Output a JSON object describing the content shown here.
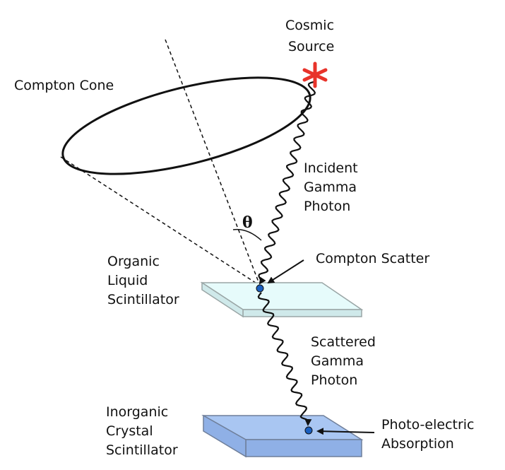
{
  "labels": {
    "source_line1": "Cosmic",
    "source_line2": "Source",
    "cone": "Compton Cone",
    "incident_line1": "Incident",
    "incident_line2": "Gamma",
    "incident_line3": "Photon",
    "theta": "θ",
    "compton_scatter": "Compton Scatter",
    "organic_line1": "Organic",
    "organic_line2": "Liquid",
    "organic_line3": "Scintillator",
    "scattered_line1": "Scattered",
    "scattered_line2": "Gamma",
    "scattered_line3": "Photon",
    "inorganic_line1": "Inorganic",
    "inorganic_line2": "Crystal",
    "inorganic_line3": "Scintillator",
    "photo_line1": "Photo-electric",
    "photo_line2": "Absorption"
  },
  "colors": {
    "source_star": "#e8332a",
    "organic_top": "#e6fbfb",
    "organic_side": "#cfe9ea",
    "organic_edge": "#9aa6a6",
    "inorganic_top": "#a9c6f2",
    "inorganic_side": "#8fb0e6",
    "inorganic_edge": "#6f7f9a",
    "interaction_dot": "#1a5fc0"
  }
}
